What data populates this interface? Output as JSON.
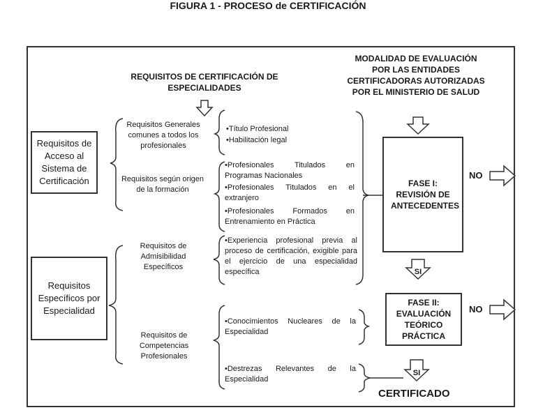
{
  "figure_title": "FIGURA 1 - PROCESO de CERTIFICACIÓN",
  "header_requisitos": "REQUISITOS DE CERTIFICACIÓN DE ESPECIALIDADES",
  "header_modalidad": "MODALIDAD DE EVALUACIÓN POR LAS ENTIDADES CERTIFICADORAS AUTORIZADAS POR EL MINISTERIO DE SALUD",
  "box_acceso": "Requisitos de Acceso al Sistema de Certificación",
  "box_especificos": "Requisitos Específicos por Especialidad",
  "req_generales": "Requisitos Generales comunes a todos los profesionales",
  "req_origen": "Requisitos según origen de la formación",
  "req_admisibilidad": "Requisitos de Admisibilidad Específicos",
  "req_competencias": "Requisitos de Competencias Profesionales",
  "item_titulo": "•Título Profesional",
  "item_habilitacion": "•Habilitación legal",
  "item_prof_nacionales": "•Profesionales Titulados en Programas Nacionales",
  "item_prof_extranjero": "•Profesionales Titulados en el extranjero",
  "item_prof_practica": "•Profesionales Formados en Entrenamiento en Práctica",
  "item_experiencia": "•Experiencia profesional previa al proceso de certificación, exigible para el ejercicio de una especialidad específica",
  "item_conocimientos": "•Conocimientos Nucleares de la Especialidad",
  "item_destrezas": "•Destrezas Relevantes de la Especialidad",
  "fase1": "FASE I: REVISIÓN DE ANTECEDENTES",
  "fase2": "FASE II: EVALUACIÓN TEÓRICO PRÁCTICA",
  "no_1": "NO",
  "no_2": "NO",
  "si_1": "SI",
  "si_2": "SI",
  "result": "CERTIFICADO"
}
